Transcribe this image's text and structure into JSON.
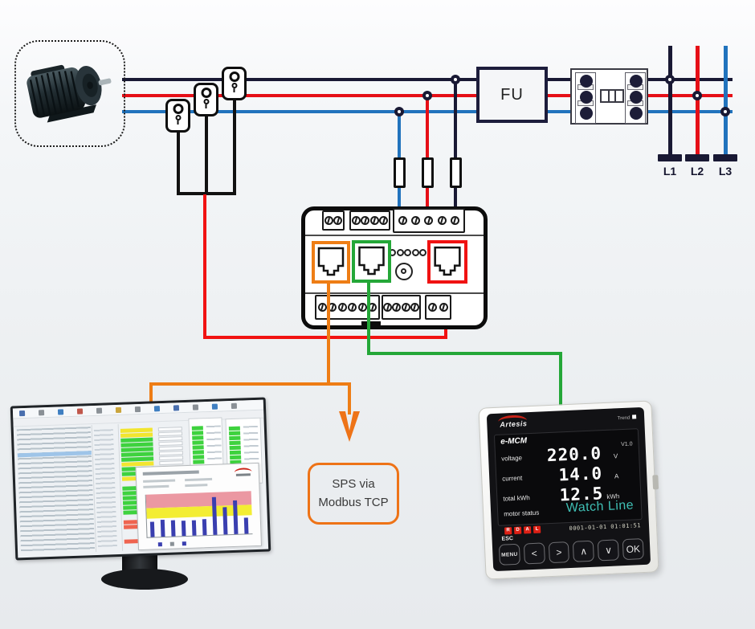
{
  "fu_label": "FU",
  "phases": [
    "L1",
    "L2",
    "L3"
  ],
  "sps": {
    "line1": "SPS via",
    "line2": "Modbus TCP"
  },
  "device": {
    "top_blocks": [
      2,
      4,
      5
    ],
    "bottom_blocks": [
      6,
      4,
      2
    ],
    "led_count": 6
  },
  "colors": {
    "line_dark": "#191934",
    "line_red": "#e60f17",
    "line_blue": "#2173bd",
    "wire_orange": "#ee7d15",
    "wire_green": "#24a738",
    "wire_red": "#f11212"
  },
  "monitor": {
    "toolbar_icons": [
      "#4a6fae",
      "#8a9096",
      "#3f7fc1",
      "#c0574b",
      "#8a9096",
      "#caa53d",
      "#8a9096",
      "#3f7fc1",
      "#4a6fae",
      "#8a9096",
      "#3f7fc1",
      "#8a9096"
    ],
    "cell_colors": {
      "g": "#3ed23e",
      "y": "#f2e52e",
      "r": "#ef6450"
    },
    "col1": [
      "y",
      "y",
      "g",
      "g",
      "g",
      "g",
      "g",
      "y",
      "g",
      "g",
      "y",
      "x",
      "g",
      "g",
      "g",
      "g",
      "g",
      "g",
      "x",
      "r",
      "r",
      "x",
      "x",
      "r"
    ],
    "col2": [
      "o",
      "o",
      "o",
      "o",
      "o",
      "o",
      "o",
      "o",
      "o",
      "o",
      "o",
      "o",
      "o",
      "o",
      "o",
      "o",
      "o",
      "o",
      "o",
      "o",
      "o",
      "o",
      "o",
      "o"
    ],
    "panelA": [
      "g",
      "g",
      "g",
      "g",
      "g",
      "g",
      "g",
      "g"
    ],
    "panelB": [
      "g",
      "g",
      "g",
      "g",
      "g",
      "g",
      "g",
      "g"
    ],
    "chart": {
      "type": "bar",
      "bars": [
        35,
        40,
        37,
        35,
        35,
        38,
        88,
        65,
        79,
        38
      ],
      "band_top": "#eb98a2",
      "band_mid": "#f3ed33",
      "bar_color": "#3a3fb0"
    }
  },
  "display": {
    "brand": "Artesis",
    "model": "e-MCM",
    "version": "V1.0",
    "trend": "Trend",
    "rows": [
      {
        "label": "voltage",
        "value": "220.0",
        "unit": "V"
      },
      {
        "label": "current",
        "value": "14.0",
        "unit": "A"
      },
      {
        "label": "total kWh",
        "value": "12.5",
        "unit": "kWh"
      }
    ],
    "motor_status_label": "motor status",
    "status_value": "Watch Line",
    "leds": [
      "R",
      "D",
      "A",
      "L"
    ],
    "timestamp": "0001-01-01 01:01:51",
    "esc": "ESC",
    "buttons": [
      "MENU",
      "<",
      ">",
      "∧",
      "∨",
      "OK"
    ]
  }
}
